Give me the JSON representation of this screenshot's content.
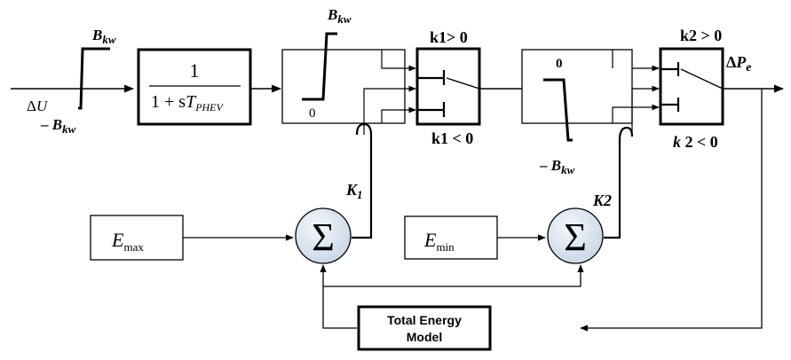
{
  "input": {
    "delta": "Δ",
    "var": "U"
  },
  "limiter_in": {
    "upper_sign": "",
    "upper_main": "B",
    "upper_sub": "kw",
    "lower_sign": "– ",
    "lower_main": "B",
    "lower_sub": "kw"
  },
  "transfer_block": {
    "numerator": "1",
    "denominator_prefix": "1 + s",
    "denominator_T": "T",
    "denominator_sub": "PHEV"
  },
  "limiter_1": {
    "upper_main": "B",
    "upper_sub": "kw",
    "lower": "0"
  },
  "switch_1": {
    "upper_label": "k1> 0",
    "lower_label": "k1 < 0"
  },
  "limiter_2": {
    "upper": "0",
    "lower_sign": "– ",
    "lower_main": "B",
    "lower_sub": "kw"
  },
  "switch_2": {
    "upper_label": "k2 > 0",
    "lower_main": "k",
    "lower_rest": " 2 < 0"
  },
  "output": {
    "delta": "Δ",
    "main": "P",
    "sub": "e"
  },
  "gains": {
    "k1_main": "K",
    "k1_sub": "1",
    "k2": "K2"
  },
  "energy": {
    "emax_main": "E",
    "emax_sub": "max",
    "emin_main": "E",
    "emin_sub": "min"
  },
  "summers": {
    "symbol": "Σ"
  },
  "total_energy_model": {
    "line1": "Total Energy",
    "line2": "Model"
  }
}
